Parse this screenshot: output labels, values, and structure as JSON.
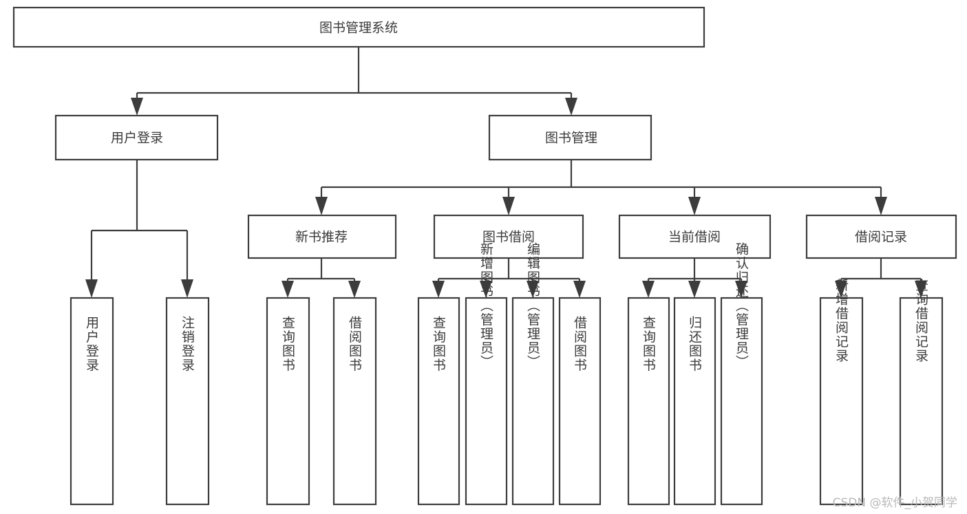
{
  "diagram": {
    "title": "图书管理系统",
    "type": "hierarchy-tree",
    "watermark": "CSDN @软件_小贺同学",
    "colors": {
      "stroke": "#3c3c3c",
      "box_fill": "#ffffff",
      "text": "#3a3a3a",
      "background": "#ffffff",
      "watermark": "#b9b9b9"
    },
    "root": {
      "label": "图书管理系统"
    },
    "level1": [
      {
        "label": "用户登录"
      },
      {
        "label": "图书管理"
      }
    ],
    "level2": [
      {
        "label": "新书推荐"
      },
      {
        "label": "图书借阅"
      },
      {
        "label": "当前借阅"
      },
      {
        "label": "借阅记录"
      }
    ],
    "leaves": {
      "user_login": [
        {
          "label": "用户登录"
        },
        {
          "label": "注销登录"
        }
      ],
      "new_book_recommend": [
        {
          "label": "查询图书"
        },
        {
          "label": "借阅图书"
        }
      ],
      "book_borrow": [
        {
          "label": "查询图书"
        },
        {
          "label": "新增图书（管理员）"
        },
        {
          "label": "编辑图书（管理员）"
        },
        {
          "label": "借阅图书"
        }
      ],
      "current_borrow": [
        {
          "label": "查询图书"
        },
        {
          "label": "归还图书"
        },
        {
          "label": "确认归还（管理员）"
        }
      ],
      "borrow_record": [
        {
          "label": "新增借阅记录"
        },
        {
          "label": "查询借阅记录"
        }
      ]
    }
  }
}
